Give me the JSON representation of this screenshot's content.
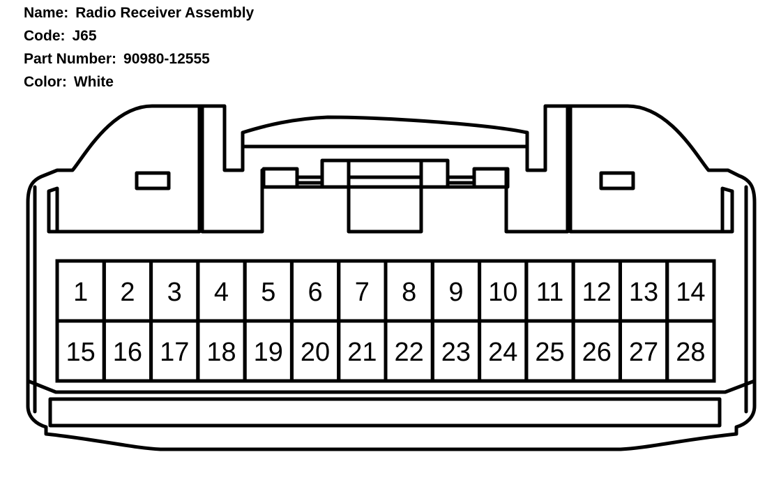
{
  "info": {
    "name_label": "Name:",
    "name_value": "Radio Receiver Assembly",
    "code_label": "Code:",
    "code_value": "J65",
    "part_label": "Part Number:",
    "part_value": "90980-12555",
    "color_label": "Color:",
    "color_value": "White"
  },
  "connector": {
    "rows": [
      [
        "1",
        "2",
        "3",
        "4",
        "5",
        "6",
        "7",
        "8",
        "9",
        "10",
        "11",
        "12",
        "13",
        "14"
      ],
      [
        "15",
        "16",
        "17",
        "18",
        "19",
        "20",
        "21",
        "22",
        "23",
        "24",
        "25",
        "26",
        "27",
        "28"
      ]
    ]
  },
  "colors": {
    "line": "#000000",
    "background": "#ffffff"
  }
}
